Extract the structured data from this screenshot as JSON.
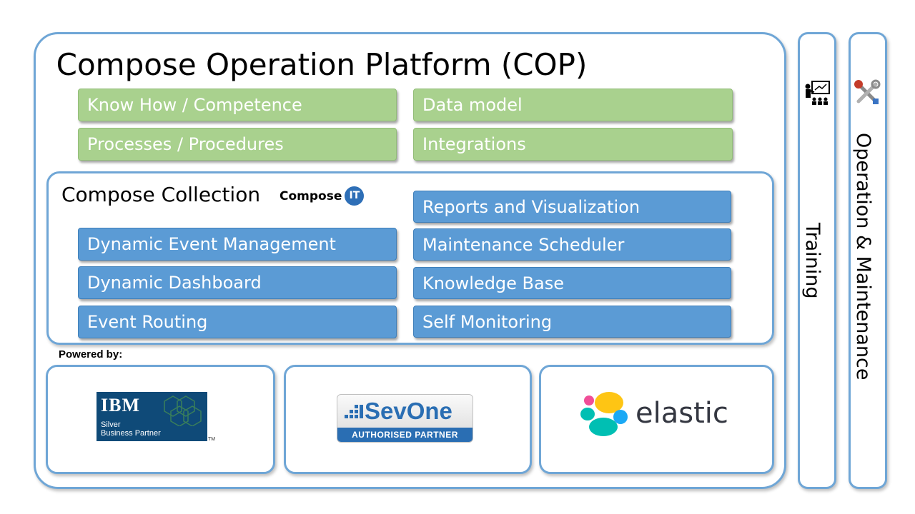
{
  "title": "Compose Operation Platform (COP)",
  "top_boxes": {
    "know_how": "Know How / Competence",
    "processes": "Processes / Procedures",
    "data_model": "Data model",
    "integrations": "Integrations"
  },
  "collection": {
    "title": "Compose Collection",
    "brand": "Compose",
    "brand_badge": "IT",
    "left_items": [
      "Dynamic Event Management",
      "Dynamic Dashboard",
      "Event Routing"
    ],
    "right_items": [
      "Reports and Visualization",
      "Maintenance Scheduler",
      "Knowledge Base",
      "Self Monitoring"
    ]
  },
  "powered_by": "Powered by:",
  "partners": {
    "ibm": {
      "name": "IBM",
      "line1": "Silver",
      "line2": "Business Partner",
      "tm": "TM"
    },
    "sevone": {
      "name": "SevOne",
      "tagline": "AUTHORISED PARTNER"
    },
    "elastic": {
      "name": "elastic"
    }
  },
  "side": {
    "training": "Training",
    "operation": "Operation & Maintenance"
  },
  "icons": {
    "training": "presentation-icon",
    "operation": "tools-icon"
  },
  "colors": {
    "panel_border": "#6fa6d6",
    "green_box": "#a9d18e",
    "blue_box": "#5b9bd5"
  }
}
